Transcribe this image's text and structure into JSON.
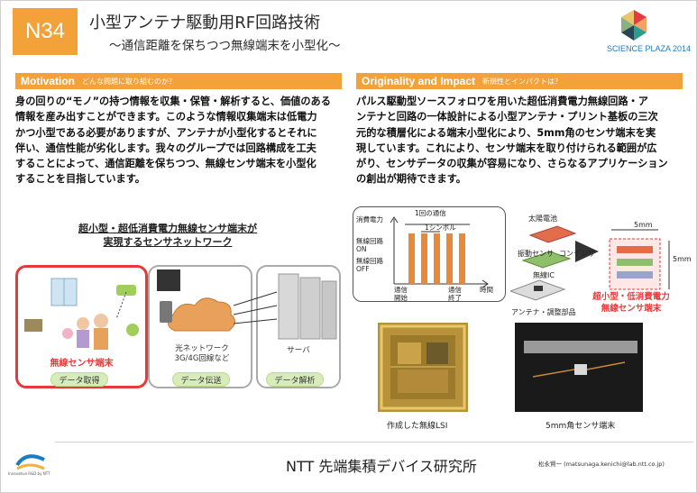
{
  "header": {
    "badge": "N34",
    "title": "小型アンテナ駆動用RF回路技術",
    "subtitle": "～通信距離を保ちつつ無線端末を小型化～",
    "event_logo_text": "SCIENCE PLAZA 2014"
  },
  "motivation": {
    "heading": "Motivation",
    "heading_jp": "どんな問題に取り組むのか？",
    "lines": [
      "身の回りの“モノ”の持つ情報を収集・保管・解析すると、価値のある",
      "情報を産み出すことができます。このような情報収集端末は低電力",
      "かつ小型である必要がありますが、アンテナが小型化するとそれに",
      "伴い、通信性能が劣化します。我々のグループでは回路構成を工夫",
      "することによって、通信距離を保ちつつ、無線センサ端末を小型化",
      "することを目指しています。"
    ]
  },
  "originality": {
    "heading": "Originality and Impact",
    "heading_jp": "新規性とインパクトは？",
    "lines": [
      "パルス駆動型ソースフォロワを用いた超低消費電力無線回路・ア",
      "ンテナと回路の一体設計による小型アンテナ・プリント基板の三次",
      "元的な積層化による端末小型化により、5mm角のセンサ端末を実",
      "現しています。これにより、センサ端末を取り付けられる範囲が広",
      "がり、センサデータの収集が容易になり、さらなるアプリケーション",
      "の創出が期待できます。"
    ]
  },
  "network": {
    "title_line1": "超小型・超低消費電力無線センサ端末が",
    "title_line2": "実現するセンサネットワーク",
    "sensor_label": "無線センサ端末",
    "tag_acquire": "データ取得",
    "net_line1": "光ネットワーク",
    "net_line2": "3G/4G回線など",
    "tag_transfer": "データ伝送",
    "server_label": "サーバ",
    "tag_analyze": "データ解析"
  },
  "graph": {
    "power_label": "消費電力",
    "one_comm": "1回の通信",
    "one_symbol": "1シンボル",
    "circuit_on_1": "無線回路",
    "circuit_on_2": "ON",
    "circuit_off_1": "無線回路",
    "circuit_off_2": "OFF",
    "start_1": "通信",
    "start_2": "開始",
    "end_1": "通信",
    "end_2": "終了",
    "time": "時間"
  },
  "stack": {
    "solar": "太陽電池",
    "sensor": "振動センサ",
    "capacitor": "コンデンサ",
    "ic": "無線IC",
    "antenna": "アンテナ・調整部品",
    "dim_w": "5mm",
    "dim_h": "5mm",
    "result_line1": "超小型・低消費電力",
    "result_line2": "無線センサ端末"
  },
  "photos": {
    "lsi_caption": "作成した無線LSI",
    "sensor_caption": "5mm角センサ端末"
  },
  "footer": {
    "org": "NTT 先端集積デバイス研究所",
    "contact": "松永賢一 (matsunaga.kenichi@lab.ntt.co.jp)",
    "logo_tagline": "Innovative R&D by NTT"
  },
  "colors": {
    "accent": "#f3a23a",
    "alert": "#e53a3a",
    "tag_green": "#d8ecbb"
  }
}
